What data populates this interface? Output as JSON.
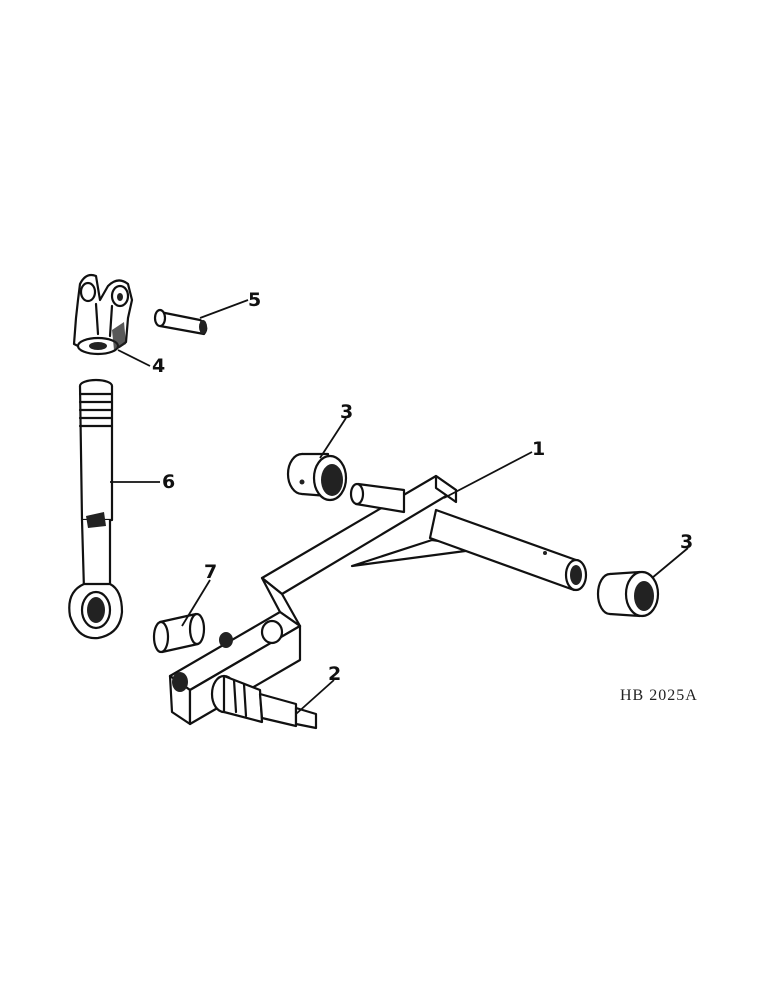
{
  "diagram": {
    "drawing_code": "HB 2025A",
    "callouts": [
      {
        "id": "1",
        "text": "1"
      },
      {
        "id": "2",
        "text": "2"
      },
      {
        "id": "3a",
        "text": "3"
      },
      {
        "id": "3b",
        "text": "3"
      },
      {
        "id": "4",
        "text": "4"
      },
      {
        "id": "5",
        "text": "5"
      },
      {
        "id": "6",
        "text": "6"
      },
      {
        "id": "7",
        "text": "7"
      }
    ],
    "colors": {
      "ink": "#111111",
      "background": "#ffffff"
    }
  }
}
